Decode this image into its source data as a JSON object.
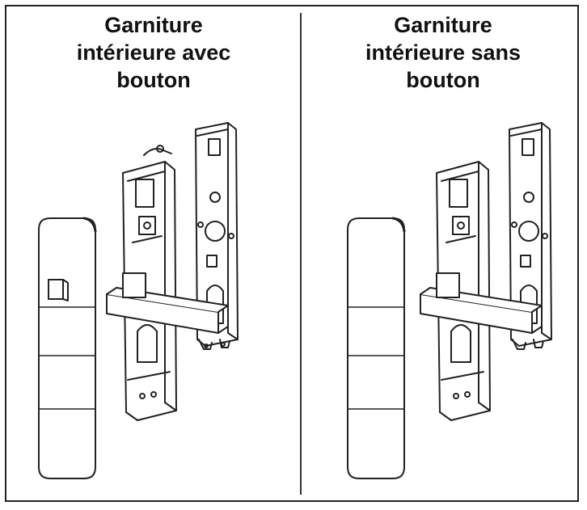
{
  "panels": [
    {
      "id": "with-button",
      "title_lines": [
        "Garniture",
        "intérieure avec",
        "bouton"
      ]
    },
    {
      "id": "without-button",
      "title_lines": [
        "Garniture",
        "intérieure sans",
        "bouton"
      ]
    }
  ]
}
